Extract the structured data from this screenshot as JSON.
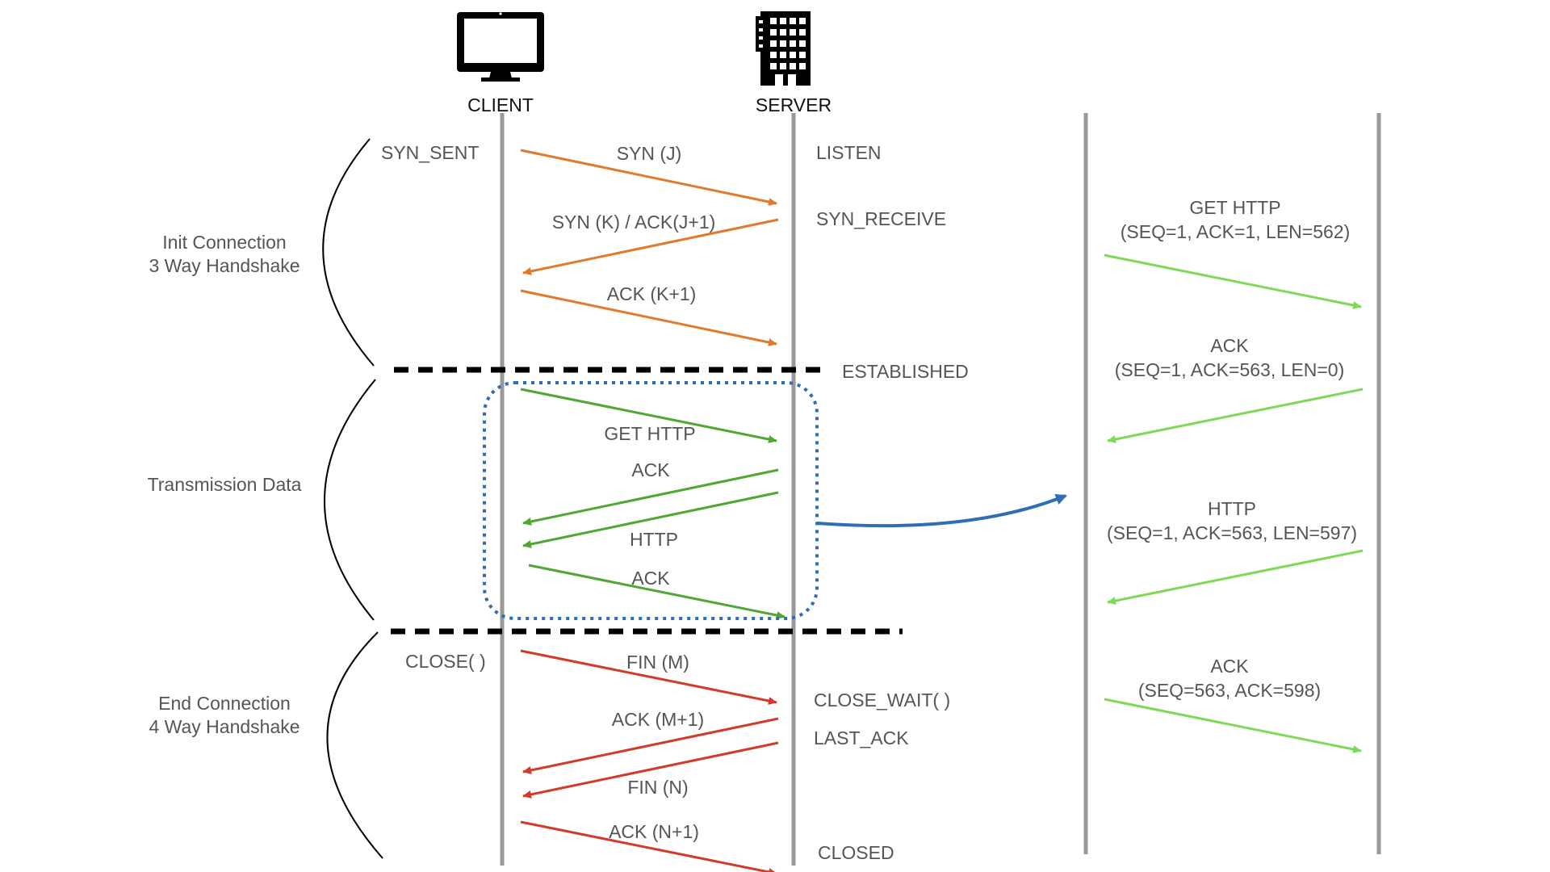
{
  "parties": {
    "client": {
      "label": "CLIENT",
      "icon": "monitor-icon"
    },
    "server": {
      "label": "SERVER",
      "icon": "office-building-icon"
    }
  },
  "phases": [
    {
      "id": "init",
      "line1": "Init Connection",
      "line2": "3 Way Handshake"
    },
    {
      "id": "transmission",
      "line1": "Transmission Data",
      "line2": ""
    },
    {
      "id": "end",
      "line1": "End Connection",
      "line2": "4 Way Handshake"
    }
  ],
  "client_states": [
    "SYN_SENT",
    "CLOSE( )"
  ],
  "server_states": [
    "LISTEN",
    "SYN_RECEIVE",
    "ESTABLISHED",
    "CLOSE_WAIT( )",
    "LAST_ACK",
    "CLOSED"
  ],
  "messages": {
    "handshake": [
      {
        "label": "SYN (J)",
        "dir": "client-to-server"
      },
      {
        "label": "SYN (K) / ACK(J+1)",
        "dir": "server-to-client"
      },
      {
        "label": "ACK (K+1)",
        "dir": "client-to-server"
      }
    ],
    "transmission": [
      {
        "label": "GET HTTP",
        "dir": "client-to-server"
      },
      {
        "label": "ACK",
        "dir": "server-to-client"
      },
      {
        "label": "HTTP",
        "dir": "server-to-client"
      },
      {
        "label": "ACK",
        "dir": "client-to-server"
      }
    ],
    "teardown": [
      {
        "label": "FIN (M)",
        "dir": "client-to-server"
      },
      {
        "label": "ACK (M+1)",
        "dir": "server-to-client"
      },
      {
        "label": "FIN (N)",
        "dir": "server-to-client"
      },
      {
        "label": "ACK (N+1)",
        "dir": "client-to-server"
      }
    ]
  },
  "detail": [
    {
      "title": "GET HTTP",
      "params": "(SEQ=1, ACK=1, LEN=562)",
      "dir": "left-to-right"
    },
    {
      "title": "ACK",
      "params": "(SEQ=1, ACK=563, LEN=0)",
      "dir": "right-to-left"
    },
    {
      "title": "HTTP",
      "params": "(SEQ=1, ACK=563, LEN=597)",
      "dir": "right-to-left"
    },
    {
      "title": "ACK",
      "params": "(SEQ=563, ACK=598)",
      "dir": "left-to-right"
    }
  ],
  "colors": {
    "handshake": "#e07b2e",
    "transmission": "#4ea832",
    "teardown": "#d23b2a",
    "detail": "#7ed957",
    "highlight": "#2f6db5",
    "lifeline": "#999999"
  }
}
